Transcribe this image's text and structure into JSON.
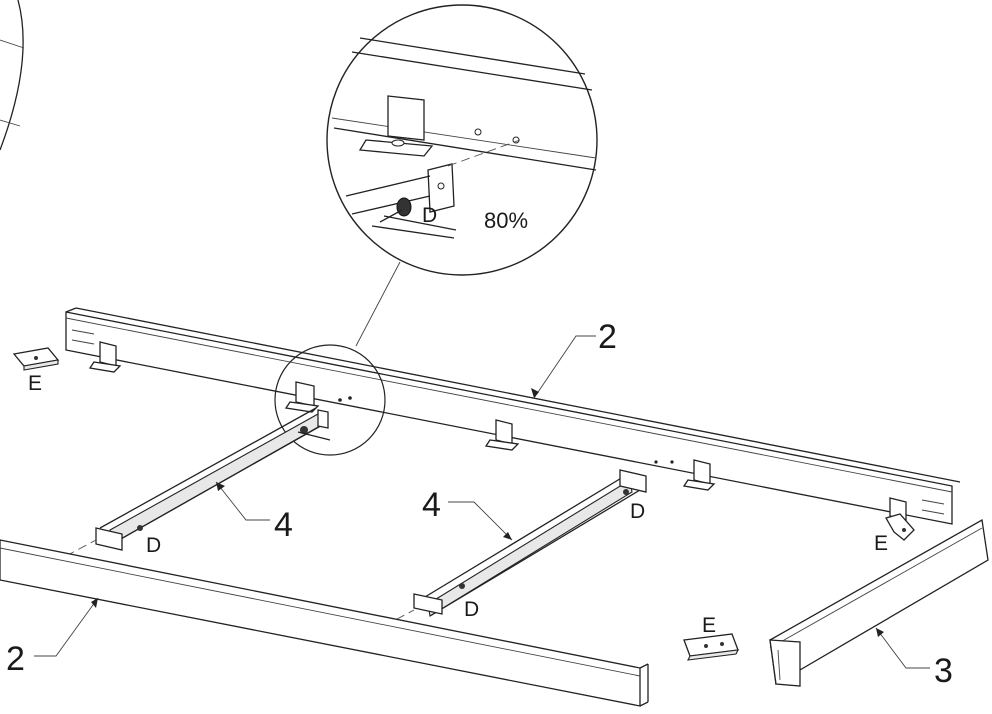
{
  "labels": {
    "part_rail_top": "2",
    "part_rail_bottom": "2",
    "part_end_rail": "3",
    "part_slat_left": "4",
    "part_slat_right": "4",
    "screw_detail": "D",
    "screw_slat_left": "D",
    "screw_slat_mid": "D",
    "screw_slat_right": "D",
    "bracket_left": "E",
    "bracket_right": "E",
    "bracket_bottom": "E",
    "zoom_scale": "80%"
  }
}
